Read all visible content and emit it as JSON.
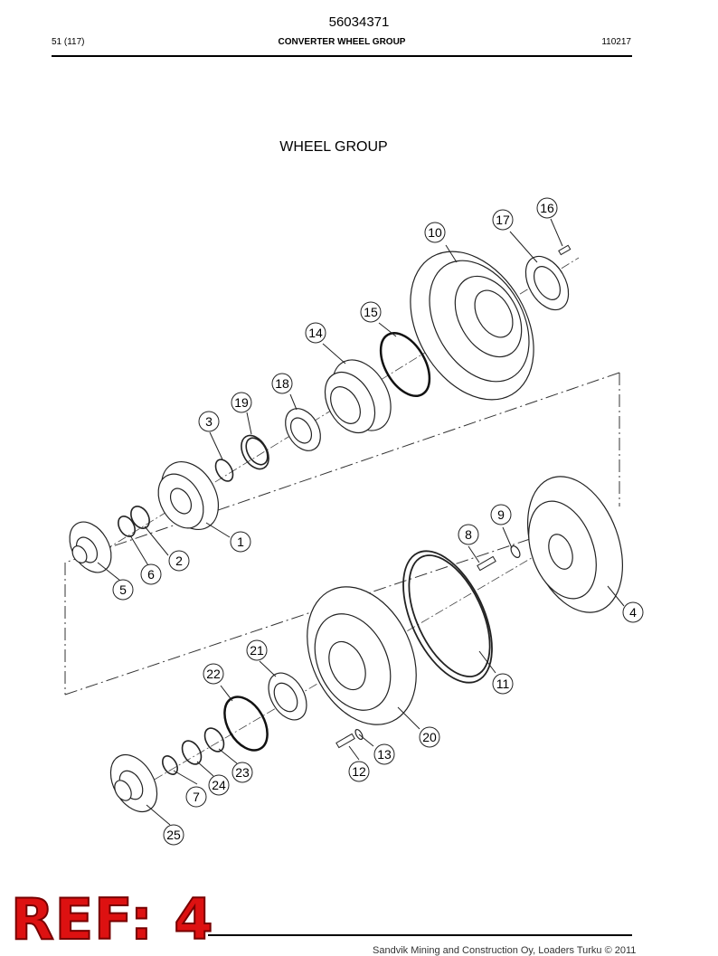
{
  "header": {
    "document_number": "56034371",
    "page": "51 (117)",
    "section": "CONVERTER WHEEL GROUP",
    "date_code": "110217"
  },
  "title": "WHEEL GROUP",
  "callouts": [
    "1",
    "2",
    "3",
    "4",
    "5",
    "6",
    "7",
    "8",
    "9",
    "10",
    "11",
    "12",
    "13",
    "14",
    "15",
    "16",
    "17",
    "18",
    "19",
    "20",
    "21",
    "22",
    "23",
    "24",
    "25"
  ],
  "footer": {
    "text": "Sandvik Mining and Construction Oy, Loaders Turku © 2011"
  },
  "stamp": {
    "text": "REF: 4",
    "color": "#dd1111"
  }
}
